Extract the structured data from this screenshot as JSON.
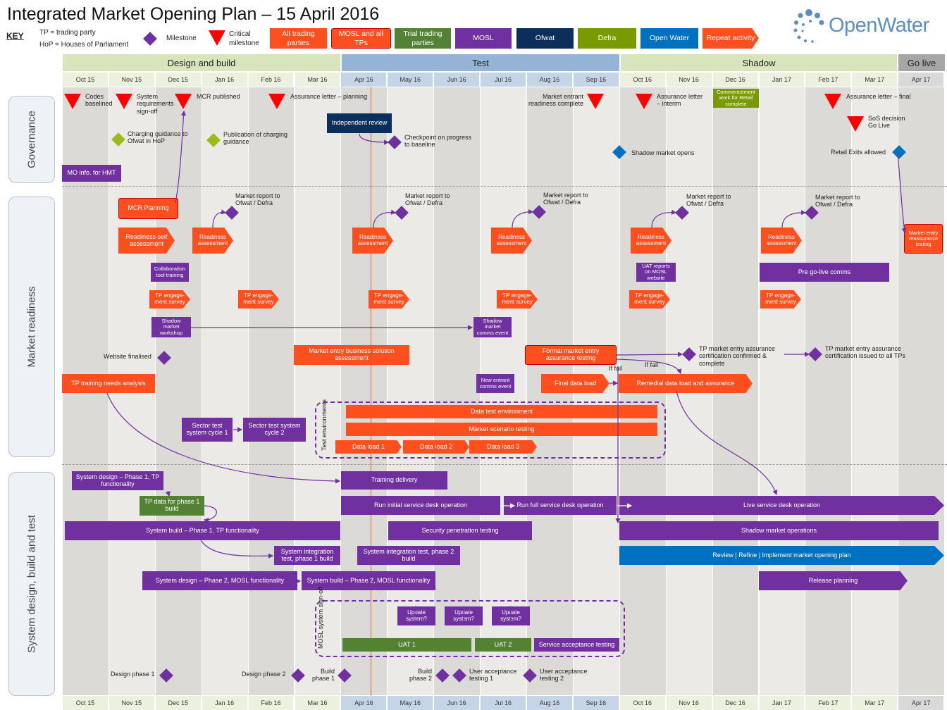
{
  "title": "Integrated Market Opening Plan – 15 April 2016",
  "key": {
    "label": "KEY",
    "tp": "TP = trading party",
    "hop": "HoP = Houses of Parliament",
    "milestone": "Milestone",
    "critical": "Critical milestone",
    "boxes": [
      "All trading parties",
      "MOSL and all TPs",
      "Trial trading parties",
      "MOSL",
      "Ofwat",
      "Defra",
      "Open Water",
      "Repeat activity"
    ]
  },
  "logo": "OpenWater",
  "phases": [
    "Design and build",
    "Test",
    "Shadow",
    "Go live"
  ],
  "months": [
    "Oct 15",
    "Nov 15",
    "Dec 15",
    "Jan 16",
    "Feb 16",
    "Mar 16",
    "Apr 16",
    "May 16",
    "Jun 16",
    "Jul 16",
    "Aug 16",
    "Sep 16",
    "Oct 16",
    "Nov 16",
    "Dec 16",
    "Jan 17",
    "Feb 17",
    "Mar 17",
    "Apr 17"
  ],
  "bands": [
    "Governance",
    "Market readiness",
    "System design, build and test"
  ],
  "gov": {
    "codes": "Codes baselined",
    "sysreq": "System requirements sign-off",
    "mcr": "MCR published",
    "assure_plan": "Assurance letter – planning",
    "entrant": "Market entrant readiness complete",
    "assure_interim": "Assurance letter – interim",
    "commence": "Commencement work for Retail complete",
    "assure_final": "Assurance letter – final",
    "sos": "SoS decision Go Live",
    "charging": "Charging guidance to Ofwat in HoP",
    "pubcharging": "Publication of charging guidance",
    "indep": "Independent review",
    "checkpoint": "Checkpoint on progress to baseline",
    "shadow_opens": "Shadow market opens",
    "retail_exits": "Retail Exits allowed",
    "mo": "MO info. for HMT"
  },
  "mr": {
    "mcr_planning": "MCR Planning",
    "readiness_self": "Readiness self assessment",
    "readiness": "Readiness assessment",
    "market_report": "Market report to Ofwat / Defra",
    "collab": "Collaboration tool training",
    "tp_survey": "TP engage-ment survey",
    "uat_reports": "UAT reports on MOSL website",
    "pre_golive": "Pre go-live comms",
    "shadow_workshop": "Shadow market workshop",
    "shadow_comms": "Shadow market comms event",
    "website": "Website finalised",
    "mebs": "Market entry business solution assessment",
    "formal": "Formal market entry assurance testing",
    "tp_cert_conf": "TP market entry assurance certification confirmed & complete",
    "tp_cert_issued": "TP market entry assurance certification issued to all TPs",
    "if_fail": "If fail",
    "tp_training": "TP training needs analysis",
    "new_entrant": "New entrant comms event",
    "final_load": "Final data load",
    "remedial": "Remedial data load and assurance",
    "sector1": "Sector test system cycle 1",
    "sector2": "Sector test system cycle 2",
    "test_env": "Test environments",
    "data_test": "Data test environment",
    "scenario": "Market scenario testing",
    "dl1": "Data load 1",
    "dl2": "Data load 2",
    "dl3": "Data load 3",
    "reassurance": "Market entry reassurance testing"
  },
  "sd": {
    "sysdesign1": "System design – Phase 1, TP functionality",
    "tpdata": "TP data for phase 1 build",
    "sysbuild1": "System build – Phase 1, TP functionality",
    "training": "Training delivery",
    "run_initial": "Run initial service desk operation",
    "run_full": "Run full service desk operation",
    "live_desk": "Live service desk operation",
    "security": "Security penetration testing",
    "shadow_ops": "Shadow market operations",
    "sit1": "System integration test, phase 1 build",
    "sit2": "System integration test, phase 2 build",
    "review": "Review  |  Refine |  Implement market opening plan",
    "sysdesign2": "System design – Phase  2, MOSL functionality",
    "sysbuild2": "System build – Phase 2, MOSL functionality",
    "release": "Release planning",
    "signoff": "MOSL system sign-off",
    "update": "Update system?",
    "uat1": "UAT 1",
    "uat2": "UAT  2",
    "sat": "Service acceptance testing",
    "dp1": "Design phase 1",
    "dp2": "Design phase 2",
    "bp1": "Build phase 1",
    "bp2": "Build phase 2",
    "ua1": "User acceptance testing 1",
    "ua2": "User acceptance testing 2"
  },
  "colors": {
    "purple": "#7030a0",
    "orange": "#ff4f1f",
    "green": "#548235",
    "navy": "#0b2e5b",
    "blue": "#0070c0",
    "olive": "#7a9a01",
    "red": "#ff0000"
  }
}
